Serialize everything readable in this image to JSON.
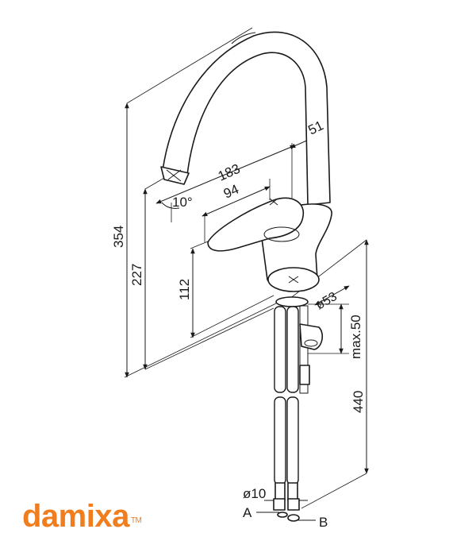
{
  "drawing": {
    "dimensions": {
      "total_height": "354",
      "spout_height": "227",
      "lever_height": "112",
      "spout_reach": "183",
      "lever_reach": "94",
      "body_offset": "51",
      "spout_angle": "10°",
      "base_diameter": "ø53",
      "max_deck": "max.50",
      "hose_length": "440",
      "hose_diameter": "ø10"
    },
    "labels": {
      "hose_a": "A",
      "hose_b": "B"
    }
  },
  "brand": {
    "name": "damixa",
    "trademark": "TM",
    "color": "#f07d1e"
  }
}
